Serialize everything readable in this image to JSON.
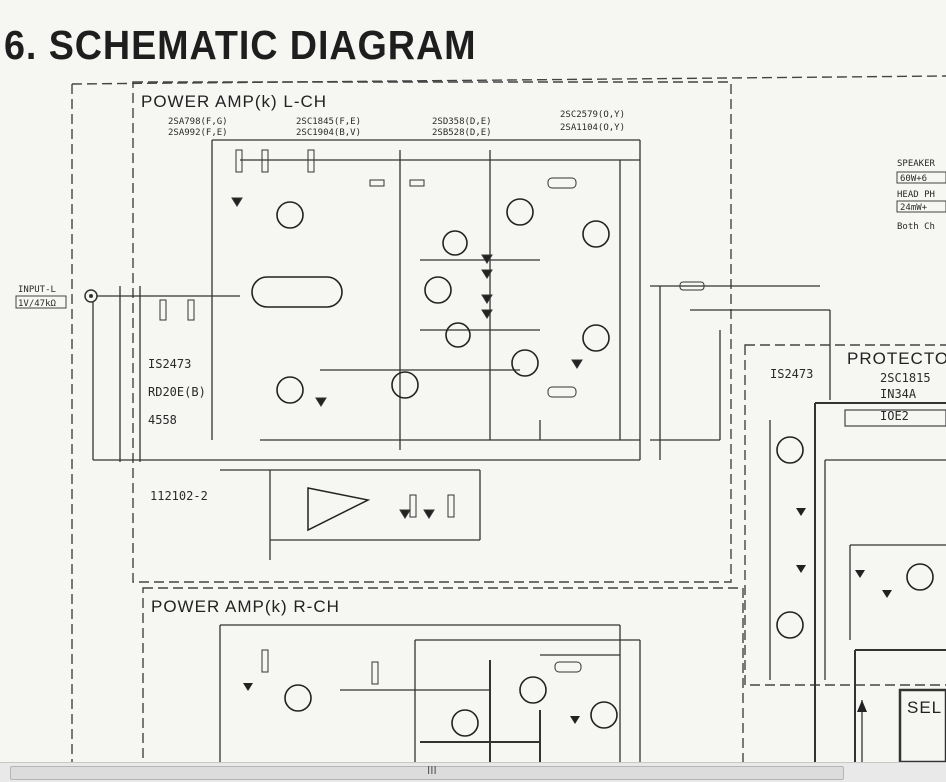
{
  "title": "6. SCHEMATIC DIAGRAM",
  "lch": {
    "heading": "POWER AMP(k) L-CH",
    "parts": [
      "2SA798(F,G)",
      "2SA992(F,E)",
      "2SC1845(F,E)",
      "2SC1904(B,V)",
      "2SD358(D,E)",
      "2SB528(D,E)",
      "2SC2579(O,Y)",
      "2SA1104(O,Y)"
    ],
    "input": "INPUT-L",
    "input_spec": "1V/47kΩ",
    "parts_left": [
      "IS2473",
      "RD20E(B)",
      "4558"
    ],
    "ic_code": "112102-2"
  },
  "protect": {
    "heading": "PROTECTO",
    "diode1": "IS2473",
    "parts": [
      "2SC1815",
      "IN34A",
      "IOE2"
    ]
  },
  "rch": {
    "heading": "POWER AMP(k) R-CH"
  },
  "sel": "SEL",
  "speaker_notes": [
    "SPEAKER",
    "60W+6",
    "HEAD PH",
    "24mW+",
    "Both Ch"
  ],
  "scrollbar": {
    "grip": "III"
  }
}
